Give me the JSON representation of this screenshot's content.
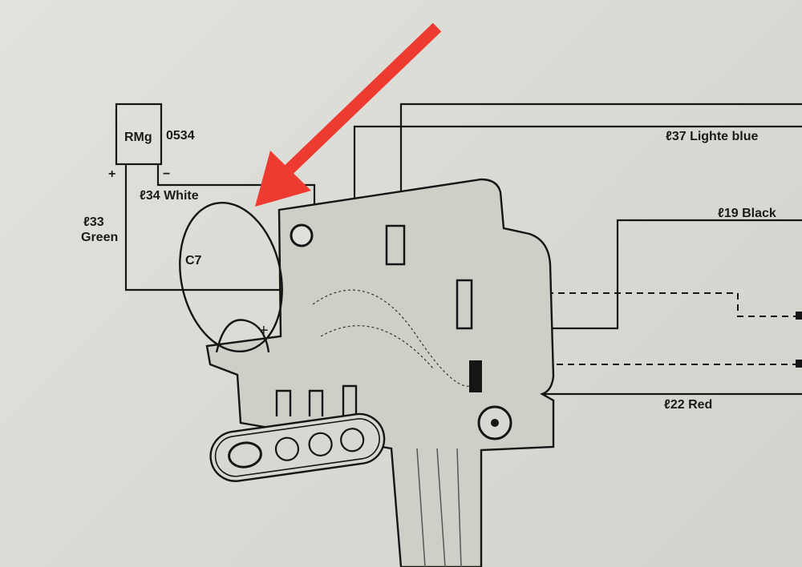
{
  "component": {
    "name": "RMg",
    "code": "0534",
    "plus": "+",
    "minus": "−"
  },
  "wires": {
    "l34": "ℓ34 White",
    "l33_num": "ℓ33",
    "l33_color": "Green",
    "l37": "ℓ37 Lighte blue",
    "l19": "ℓ19 Black",
    "l22": "ℓ22 Red"
  },
  "capacitor": {
    "name": "C7",
    "polarity": "+"
  },
  "colors": {
    "arrow": "#ee3b32",
    "paper": "#dcdcd6",
    "ink": "#151515"
  }
}
